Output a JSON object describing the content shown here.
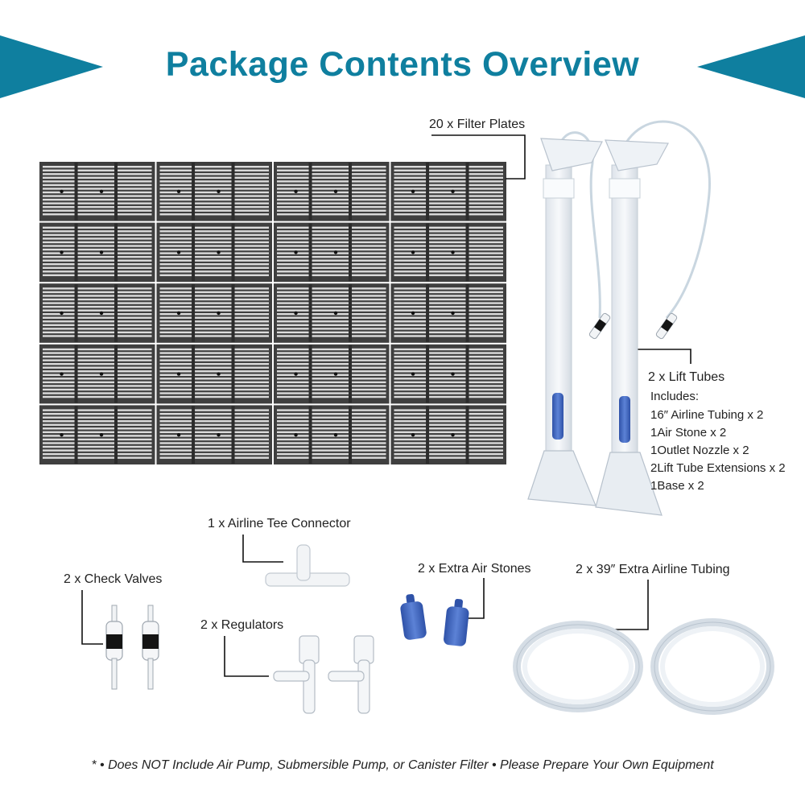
{
  "title": "Package Contents Overview",
  "colors": {
    "accent": "#0f7f9f",
    "plate": "#3f3f3f",
    "stone": "#3f63b8"
  },
  "labels": {
    "filter_plates": "20 x Filter Plates",
    "lift_tubes": "2 x Lift Tubes",
    "airline_tee": "1 x Airline Tee Connector",
    "check_valves": "2 x Check Valves",
    "regulators": "2 x Regulators",
    "air_stones": "2 x Extra Air Stones",
    "airline_tubing": "2 x 39″ Extra Airline Tubing"
  },
  "lift_tube_includes": {
    "heading": "Includes:",
    "items": [
      "16″ Airline Tubing x 2",
      "1Air Stone x 2",
      "1Outlet Nozzle x 2",
      "2Lift Tube Extensions x 2",
      "1Base x 2"
    ]
  },
  "footnote": "* • Does NOT Include Air Pump, Submersible Pump, or Canister Filter  • Please Prepare Your Own Equipment",
  "filter_plate_grid": {
    "rows": 5,
    "cols": 4
  }
}
